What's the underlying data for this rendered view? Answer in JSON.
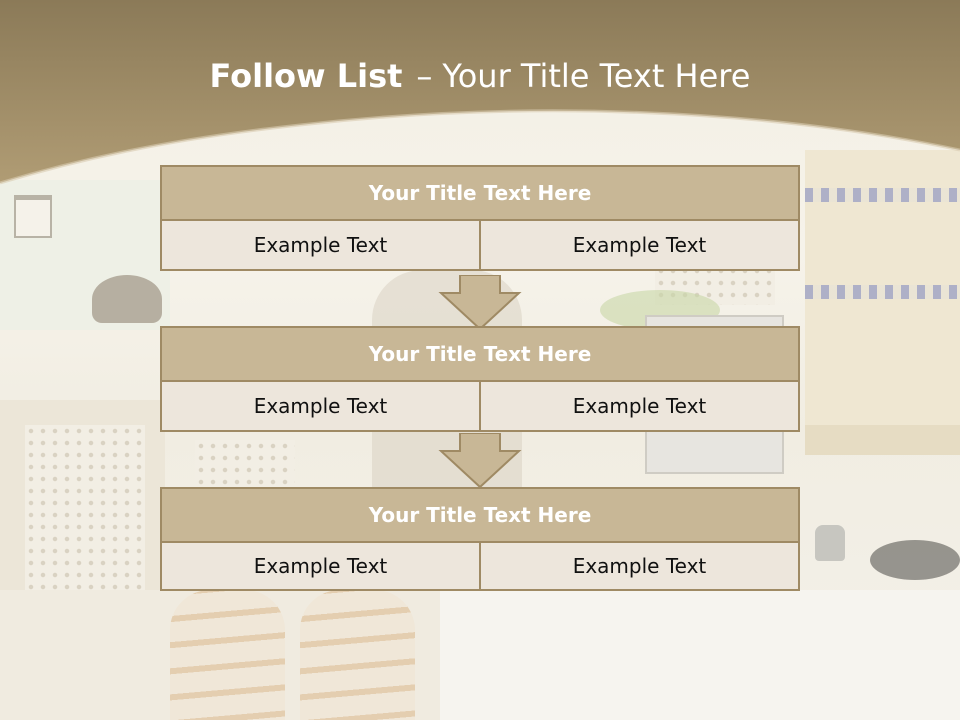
{
  "slide": {
    "title_bold": "Follow List",
    "title_separator": "–",
    "title_rest": "Your Title Text Here"
  },
  "blocks": [
    {
      "title": "Your Title Text Here",
      "left": "Example Text",
      "right": "Example Text"
    },
    {
      "title": "Your Title Text Here",
      "left": "Example Text",
      "right": "Example Text"
    },
    {
      "title": "Your Title Text Here",
      "left": "Example Text",
      "right": "Example Text"
    }
  ],
  "colors": {
    "banner": "#9e8b64",
    "header_fill": "#c8b796",
    "cell_fill": "#ede6dc",
    "border": "#9f8a64"
  }
}
